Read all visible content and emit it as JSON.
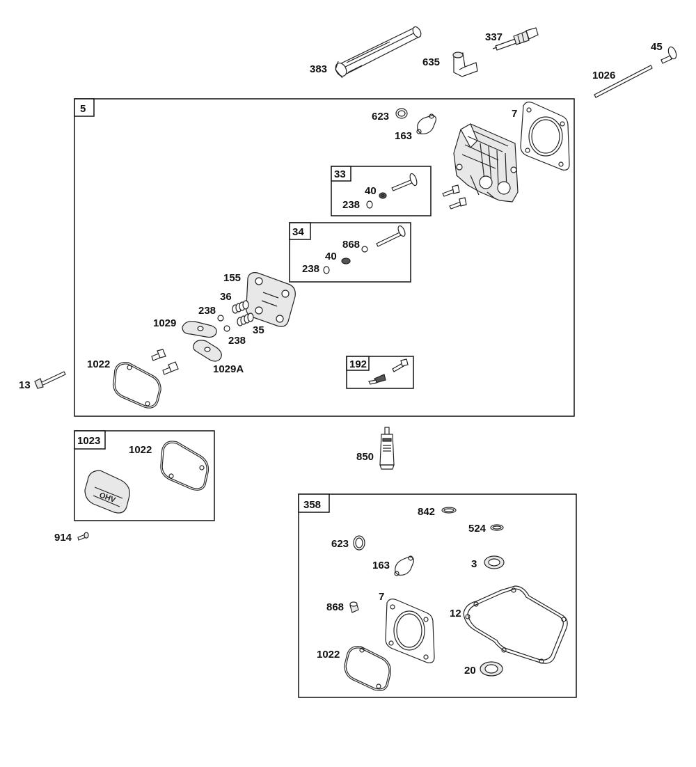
{
  "boxes": {
    "head_assembly": "5",
    "intake_valve": "33",
    "exhaust_valve": "34",
    "screw_kit": "192",
    "valve_cover_kit": "1023",
    "gasket_set": "358"
  },
  "labels": {
    "p383": "383",
    "p635": "635",
    "p337": "337",
    "p45": "45",
    "p1026": "1026",
    "p623": "623",
    "p163": "163",
    "p7": "7",
    "p40_a": "40",
    "p238_a": "238",
    "p868_a": "868",
    "p40_b": "40",
    "p238_b": "238",
    "p155": "155",
    "p36": "36",
    "p238_c": "238",
    "p35": "35",
    "p238_d": "238",
    "p1029": "1029",
    "p1029a": "1029A",
    "p1022_a": "1022",
    "p13": "13",
    "p1022_b": "1022",
    "p914": "914",
    "p850": "850",
    "p842": "842",
    "p524": "524",
    "p623_b": "623",
    "p163_b": "163",
    "p3": "3",
    "p868_b": "868",
    "p7_b": "7",
    "p12": "12",
    "p1022_c": "1022",
    "p20": "20"
  },
  "colors": {
    "line": "#111111",
    "background": "#ffffff"
  },
  "icons": [
    "spark-plug-wrench",
    "spark-plug-boot",
    "spark-plug",
    "push-rod",
    "valve",
    "cylinder-head",
    "head-gasket",
    "rocker-arm",
    "valve-spring",
    "valve-cover",
    "gasket",
    "sealant-tube",
    "oil-seal",
    "bolt"
  ]
}
